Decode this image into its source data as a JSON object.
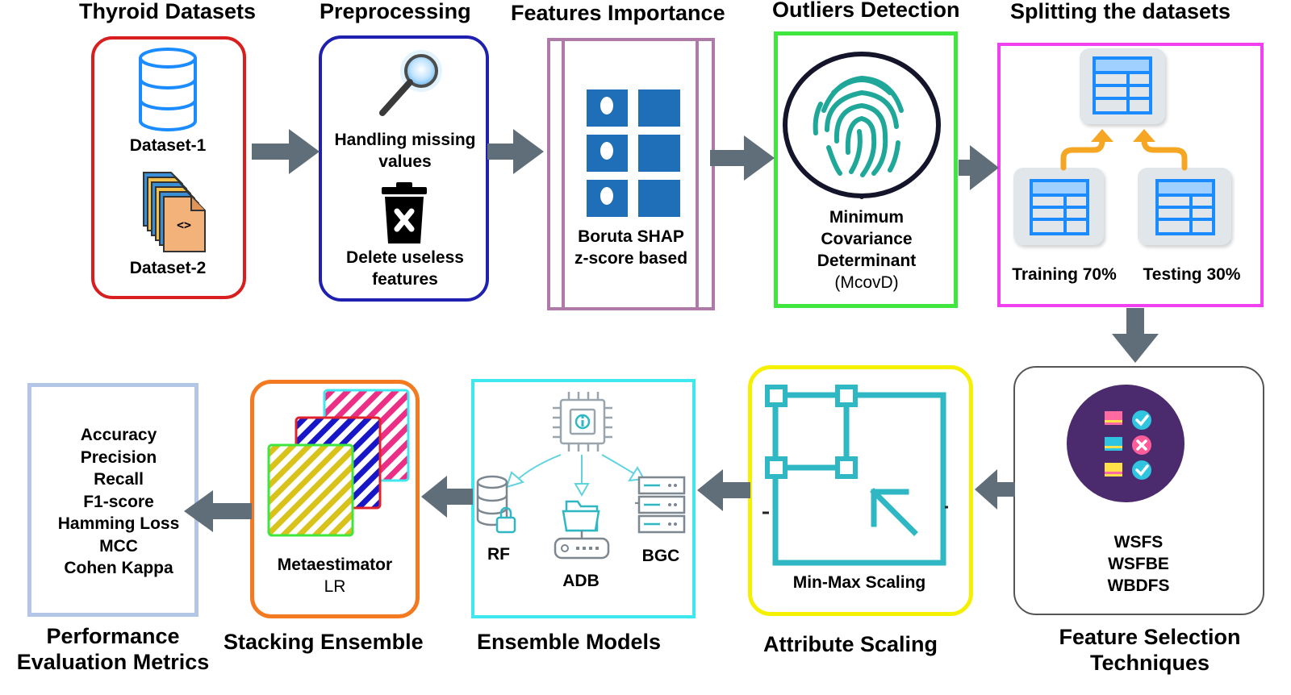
{
  "titles": {
    "thyroid": "Thyroid Datasets",
    "preprocessing": "Preprocessing",
    "features": "Features Importance",
    "outliers": "Outliers Detection",
    "splitting": "Splitting the datasets",
    "performance_1": "Performance",
    "performance_2": "Evaluation Metrics",
    "stacking": "Stacking Ensemble",
    "ensemble": "Ensemble Models",
    "scaling": "Attribute Scaling",
    "fs_1": "Feature Selection",
    "fs_2": "Techniques"
  },
  "thyroid": {
    "dataset1": "Dataset-1",
    "dataset2": "Dataset-2",
    "file_glyph": "<>"
  },
  "preprocessing": {
    "missing_1": "Handling missing",
    "missing_2": "values",
    "delete_1": "Delete useless",
    "delete_2": "features"
  },
  "features": {
    "line1": "Boruta SHAP",
    "line2": "z-score based"
  },
  "outliers": {
    "line1": "Minimum",
    "line2": "Covariance",
    "line3": "Determinant",
    "line4": "(McovD)"
  },
  "splitting": {
    "training": "Training 70%",
    "testing": "Testing 30%"
  },
  "feature_selection": {
    "items": [
      "WSFS",
      "WSFBE",
      "WBDFS"
    ]
  },
  "scaling": {
    "label": "Min-Max Scaling"
  },
  "ensemble": {
    "rf": "RF",
    "adb": "ADB",
    "bgc": "BGC"
  },
  "stacking": {
    "line1": "Metaestimator",
    "line2": "LR"
  },
  "metrics": {
    "items": [
      "Accuracy",
      "Precision",
      "Recall",
      "F1-score",
      "Hamming Loss",
      "MCC",
      "Cohen Kappa"
    ]
  },
  "colors": {
    "thyroid": "#d81e1e",
    "preprocessing": "#1f1fb0",
    "features": "#b07aa8",
    "outliers": "#3ee63e",
    "splitting": "#f040f0",
    "feature_selection": "#555555",
    "scaling": "#f5f000",
    "ensemble": "#3fe8ee",
    "stacking": "#f37a20",
    "metrics": "#b4c6e7",
    "arrow": "#606e7a",
    "db_blue": "#1a8cff",
    "fingerprint": "#1fa79a",
    "feature_tile": "#1e6fb8",
    "scaling_teal": "#2fb7c4",
    "split_orange": "#f5a623",
    "split_table": "#1a8cff"
  }
}
